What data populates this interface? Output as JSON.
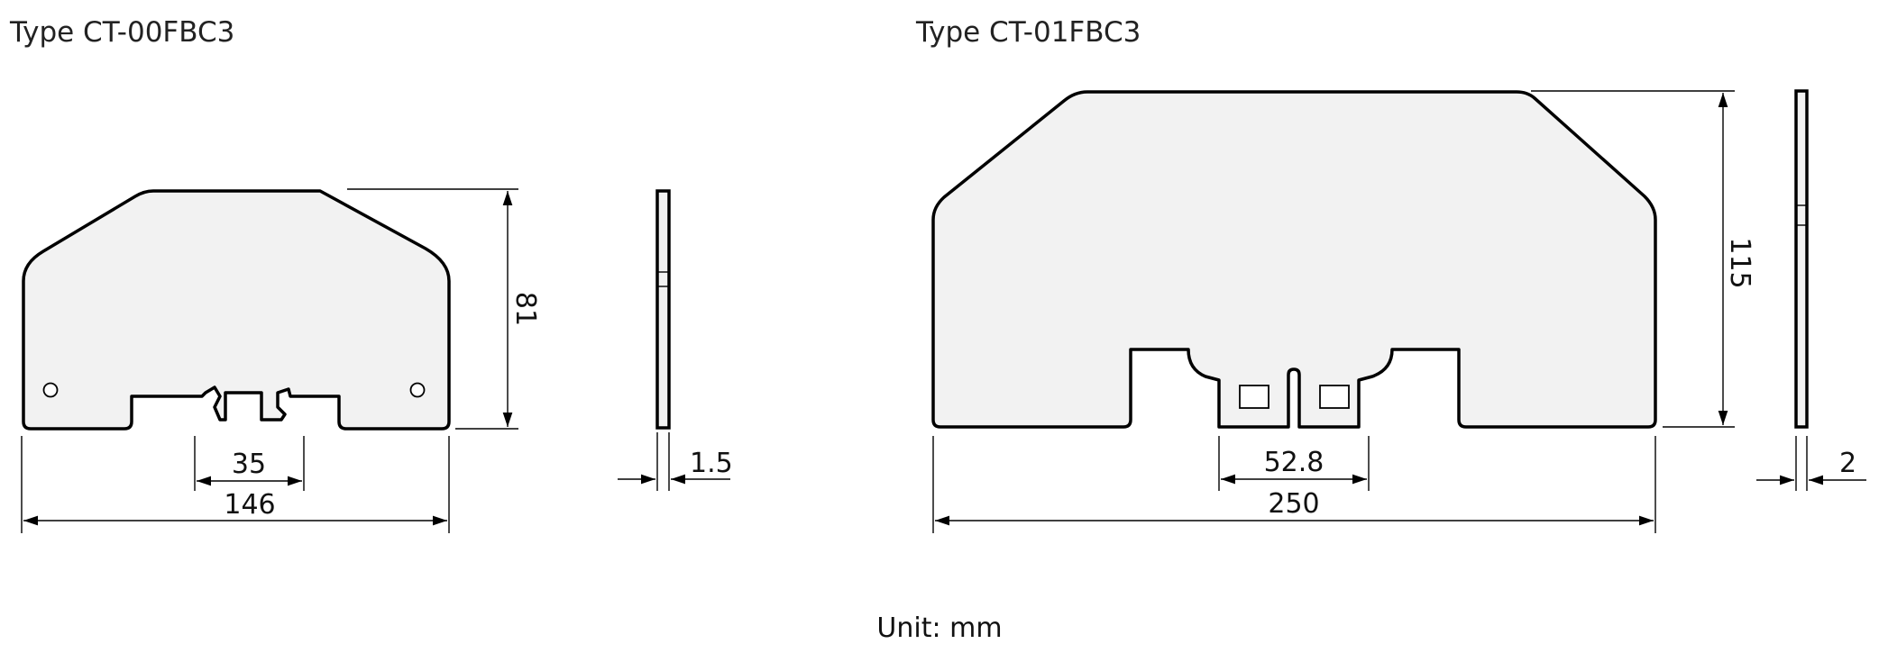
{
  "drawings": [
    {
      "type_label": "Type CT-00FBC3",
      "dimensions": {
        "height": "81",
        "inner_width": "35",
        "overall_width": "146",
        "thickness": "1.5"
      }
    },
    {
      "type_label": "Type CT-01FBC3",
      "dimensions": {
        "height": "115",
        "inner_width": "52.8",
        "overall_width": "250",
        "thickness": "2"
      }
    }
  ],
  "footer": {
    "unit_note": "Unit: mm"
  },
  "colors": {
    "part_fill": "#f2f2f2",
    "line": "#000000"
  }
}
